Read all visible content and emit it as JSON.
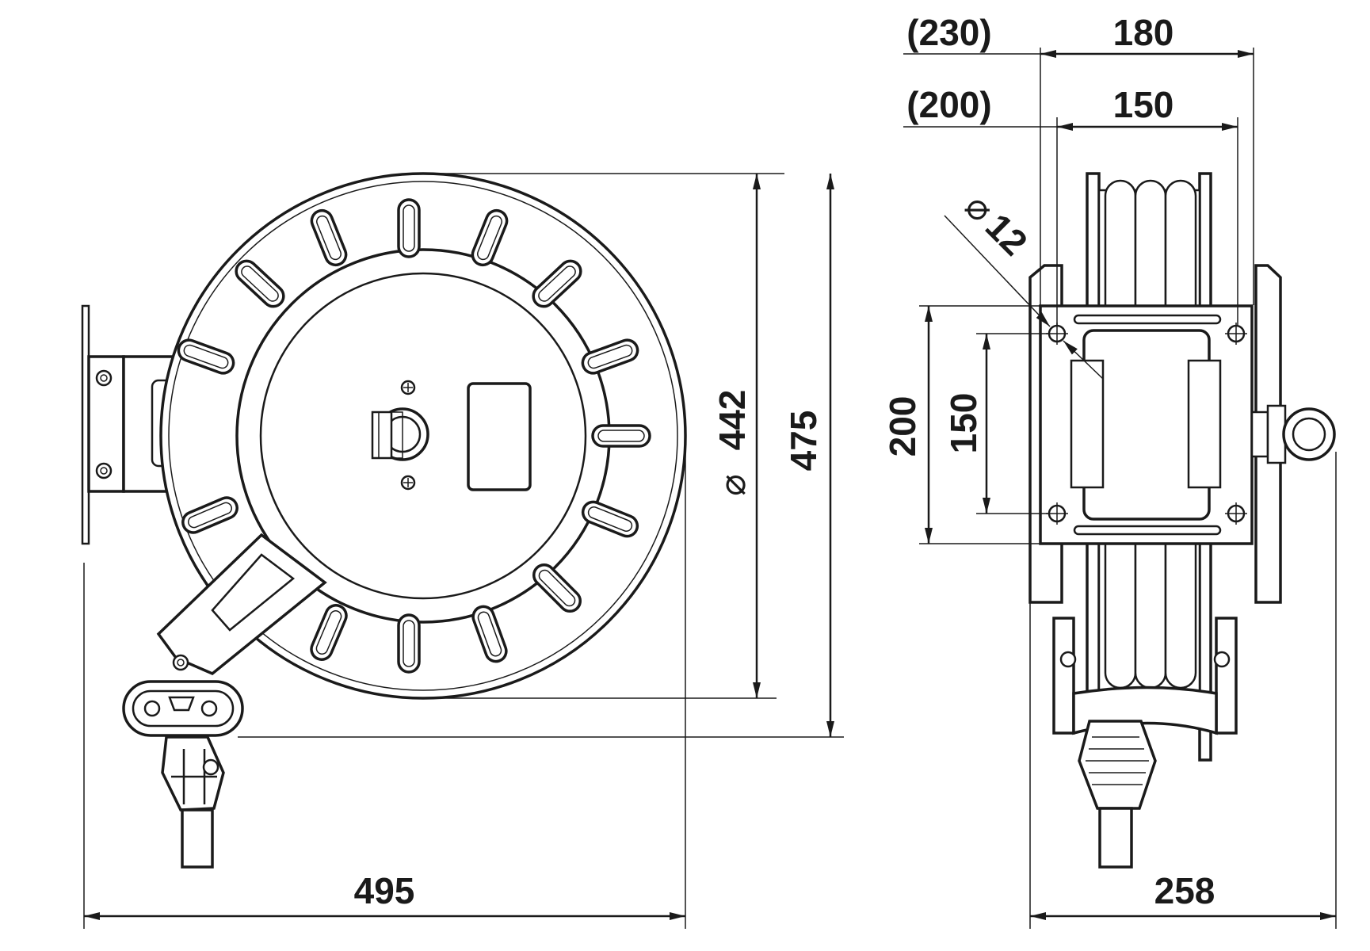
{
  "dimensions": {
    "side_view": {
      "overall_width": "495",
      "drum_diameter_symbol": "⌀",
      "drum_diameter": "442",
      "overall_height": "475"
    },
    "front_view": {
      "width_outer_ref": "(230)",
      "width_outer": "180",
      "width_inner_ref": "(200)",
      "width_inner": "150",
      "hole_diameter_symbol": "⌀",
      "hole_diameter": "12",
      "plate_height": "200",
      "hole_spacing": "150",
      "overall_depth": "258"
    }
  }
}
